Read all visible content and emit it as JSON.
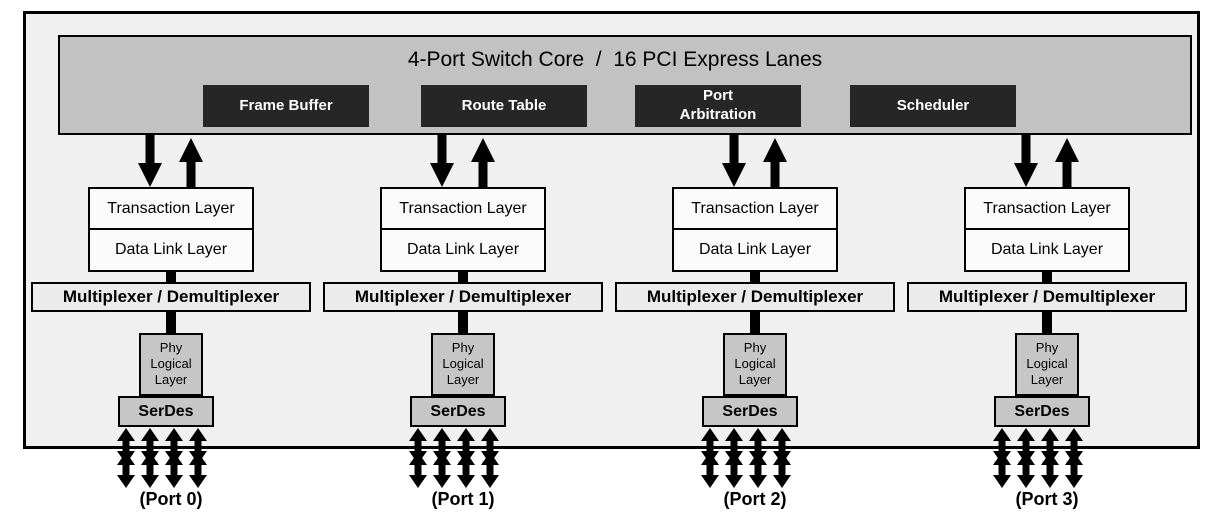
{
  "core": {
    "title": "4-Port Switch Core  /  16 PCI Express Lanes",
    "blocks": [
      {
        "label": "Frame Buffer"
      },
      {
        "label": "Route Table"
      },
      {
        "label": "Port\nArbitration"
      },
      {
        "label": "Scheduler"
      }
    ]
  },
  "column_layers": {
    "transaction": "Transaction Layer",
    "data_link": "Data Link Layer",
    "mux": "Multiplexer / Demultiplexer",
    "phy": "Phy\nLogical\nLayer",
    "serdes": "SerDes"
  },
  "ports": [
    {
      "label": "(Port 0)"
    },
    {
      "label": "(Port 1)"
    },
    {
      "label": "(Port 2)"
    },
    {
      "label": "(Port 3)"
    }
  ],
  "colors": {
    "frame_fill": "#f0f0f0",
    "core_fill": "#c2c2c2",
    "core_block_fill": "#262626",
    "core_block_text": "#ffffff",
    "mux_fill": "#ebebeb",
    "phy_serdes_fill": "#c6c6c6",
    "layer_box_fill": "#fbfbfb",
    "line_and_arrow": "#000000"
  }
}
